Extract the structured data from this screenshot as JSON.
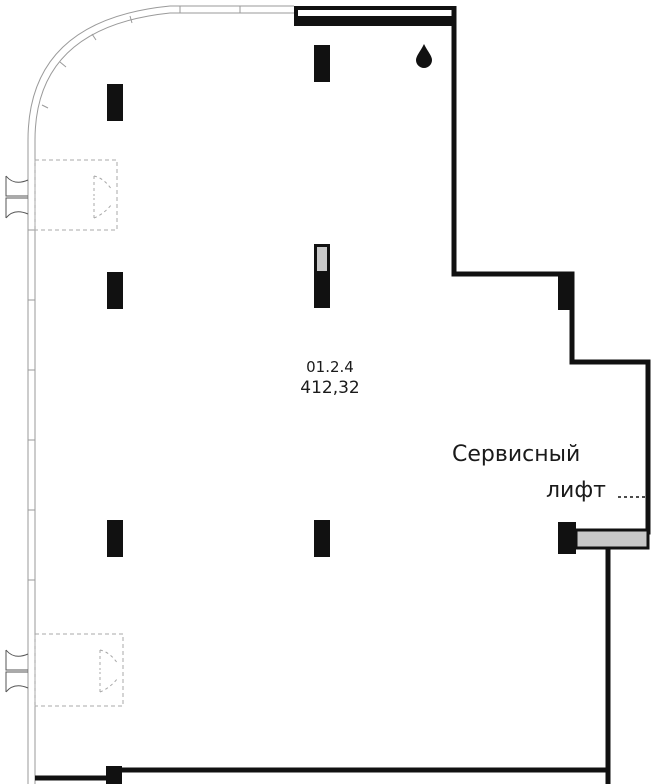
{
  "unit": {
    "id": "01.2.4",
    "area": "412,32"
  },
  "service_lift": {
    "line1": "Сервисный",
    "line2": "лифт"
  },
  "colors": {
    "wall": "#111111",
    "column": "#111111",
    "glazing": "#9a9a9a",
    "door": "#a8a8a8",
    "shaft_fill": "#c8c8c8"
  },
  "icons": [
    "drop-icon",
    "door-icon"
  ]
}
